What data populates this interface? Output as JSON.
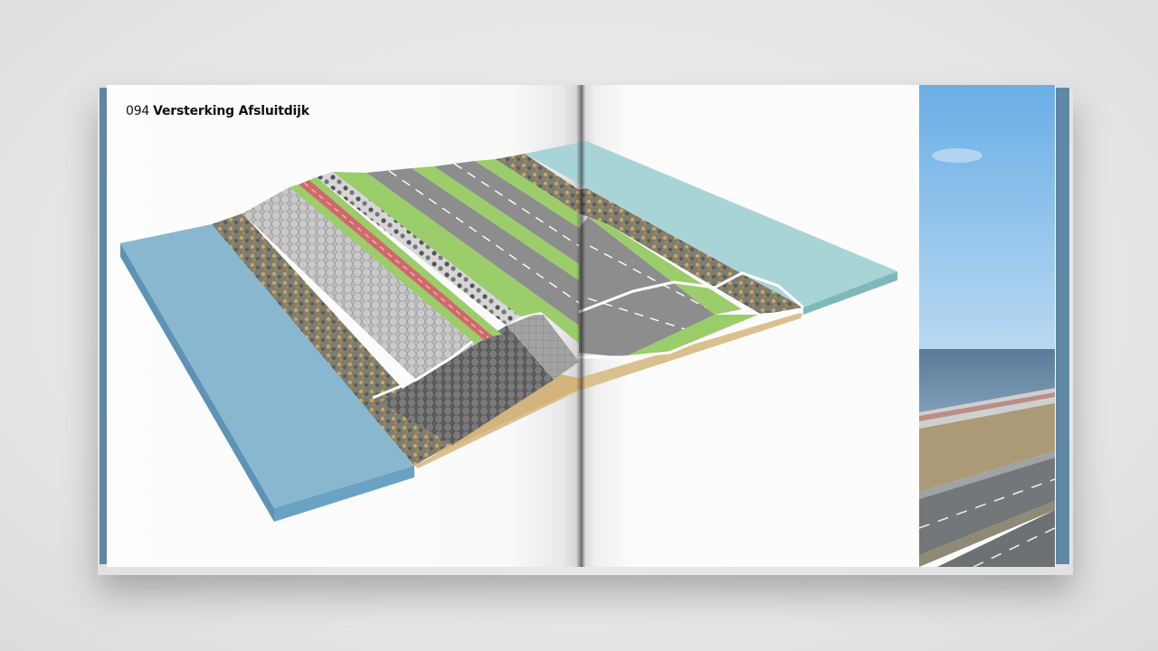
{
  "page_header": {
    "number": "094",
    "title": "Versterking Afsluitdijk"
  },
  "illustration": {
    "subject": "dike-cross-section",
    "colors": {
      "sea_left": "#86b4cf",
      "sea_right": "#a7d3d6",
      "sand": "#d9c08e",
      "grass": "#9bcd6b",
      "asphalt": "#8d8d8d",
      "bike_path": "#cf6a6a",
      "cobble": "#b5b5b5",
      "dark_blocks": "#6f6f6f"
    }
  },
  "photo": {
    "subject": "afsluitdijk-aerial-photo",
    "colors": {
      "sky": "#8fc0e9",
      "sea": "#6f8ca6",
      "grass": "#b09b73",
      "road": "#777a7d"
    }
  },
  "cover_color": "#5e88a3"
}
